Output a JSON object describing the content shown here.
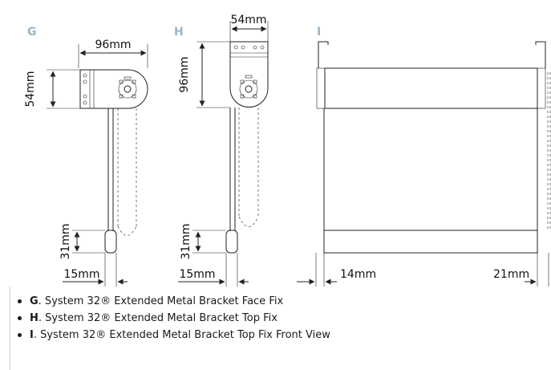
{
  "accent_color": "#9ab5c4",
  "panels": [
    {
      "letter": "G",
      "dims": {
        "width": "96mm",
        "height": "54mm",
        "chain": "31mm",
        "weight": "15mm"
      }
    },
    {
      "letter": "H",
      "dims": {
        "width": "54mm",
        "height": "96mm",
        "chain": "31mm",
        "weight": "15mm"
      }
    },
    {
      "letter": "I",
      "dims": {
        "left": "14mm",
        "right": "21mm"
      }
    }
  ],
  "legend": [
    {
      "letter": "G",
      "text": ". System 32® Extended Metal Bracket Face Fix"
    },
    {
      "letter": "H",
      "text": ". System 32® Extended Metal Bracket Top Fix"
    },
    {
      "letter": "I",
      "text": ". System 32® Extended Metal Bracket Top Fix Front View"
    }
  ]
}
